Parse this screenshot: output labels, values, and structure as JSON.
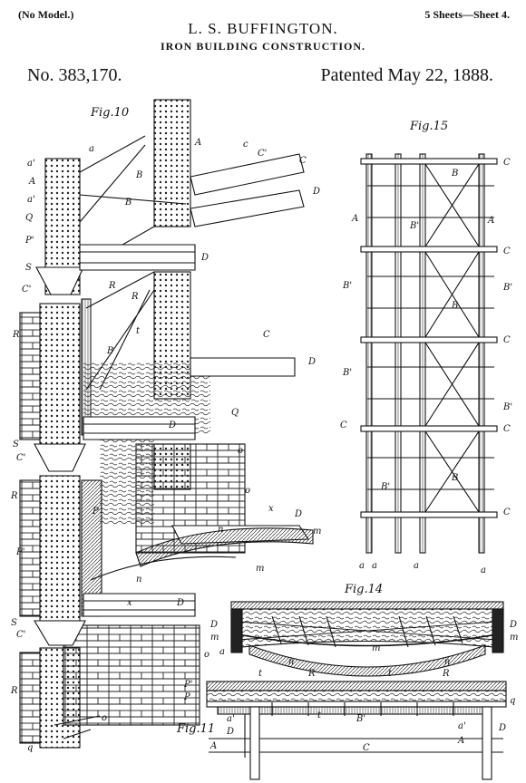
{
  "header": {
    "no_model": "(No Model.)",
    "inventor": "L. S. BUFFINGTON.",
    "sheets": "5 Sheets—Sheet 4.",
    "subtitle": "IRON BUILDING CONSTRUCTION.",
    "patent_no": "No. 383,170.",
    "patented": "Patented May 22, 1888."
  },
  "figures": {
    "fig10": "Fig.10",
    "fig15": "Fig.15",
    "fig14": "Fig.14",
    "fig11": "Fig.11"
  },
  "labels": {
    "A": "A",
    "a": "a",
    "a1": "a'",
    "B": "B",
    "B1": "B'",
    "C": "C",
    "C1": "C'",
    "D": "D",
    "P": "P",
    "P1": "P'",
    "R": "R",
    "S": "S",
    "Q": "Q",
    "q": "q",
    "t": "t",
    "n": "n",
    "m": "m",
    "o": "o",
    "x": "x",
    "c": "c"
  }
}
